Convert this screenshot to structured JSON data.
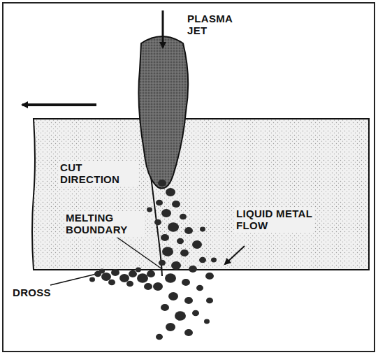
{
  "diagram": {
    "labels": [
      "PLASMA JET",
      "CUT DIRECTION",
      "MELTING BOUNDARY",
      "LIQUID METAL FLOW",
      "DROSS"
    ]
  }
}
